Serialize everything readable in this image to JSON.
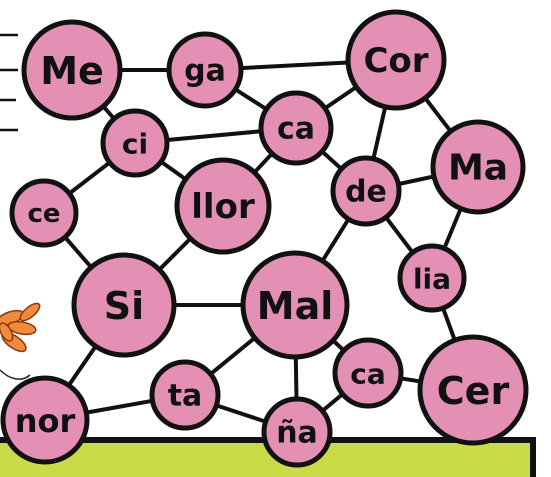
{
  "puzzle": {
    "syllables": [
      {
        "id": "me",
        "text": "Me"
      },
      {
        "id": "ga",
        "text": "ga"
      },
      {
        "id": "cor",
        "text": "Cor"
      },
      {
        "id": "ci",
        "text": "ci"
      },
      {
        "id": "ca1",
        "text": "ca"
      },
      {
        "id": "ma",
        "text": "Ma"
      },
      {
        "id": "ce",
        "text": "ce"
      },
      {
        "id": "llor",
        "text": "llor"
      },
      {
        "id": "de",
        "text": "de"
      },
      {
        "id": "lia",
        "text": "lia"
      },
      {
        "id": "si",
        "text": "Si"
      },
      {
        "id": "mal",
        "text": "Mal"
      },
      {
        "id": "ca2",
        "text": "ca"
      },
      {
        "id": "cer",
        "text": "Cer"
      },
      {
        "id": "nor",
        "text": "nor"
      },
      {
        "id": "ta",
        "text": "ta"
      },
      {
        "id": "na",
        "text": "ña"
      }
    ],
    "links": [
      [
        "me",
        "ga"
      ],
      [
        "me",
        "ci"
      ],
      [
        "ga",
        "cor"
      ],
      [
        "ga",
        "ca1"
      ],
      [
        "ci",
        "ca1"
      ],
      [
        "ci",
        "llor"
      ],
      [
        "ci",
        "ce"
      ],
      [
        "cor",
        "ca1"
      ],
      [
        "cor",
        "de"
      ],
      [
        "cor",
        "ma"
      ],
      [
        "ca1",
        "llor"
      ],
      [
        "ca1",
        "de"
      ],
      [
        "ma",
        "de"
      ],
      [
        "ma",
        "lia"
      ],
      [
        "ce",
        "si"
      ],
      [
        "llor",
        "si"
      ],
      [
        "de",
        "mal"
      ],
      [
        "de",
        "lia"
      ],
      [
        "si",
        "mal"
      ],
      [
        "si",
        "nor"
      ],
      [
        "mal",
        "ta"
      ],
      [
        "mal",
        "na"
      ],
      [
        "mal",
        "ca2"
      ],
      [
        "lia",
        "cer"
      ],
      [
        "ca2",
        "cer"
      ],
      [
        "ca2",
        "na"
      ],
      [
        "ta",
        "nor"
      ],
      [
        "ta",
        "na"
      ]
    ],
    "colors": {
      "node_fill": "#e48fb4",
      "outline": "#111111",
      "ground": "#c9dc48",
      "flower": "#f08a3c"
    }
  }
}
